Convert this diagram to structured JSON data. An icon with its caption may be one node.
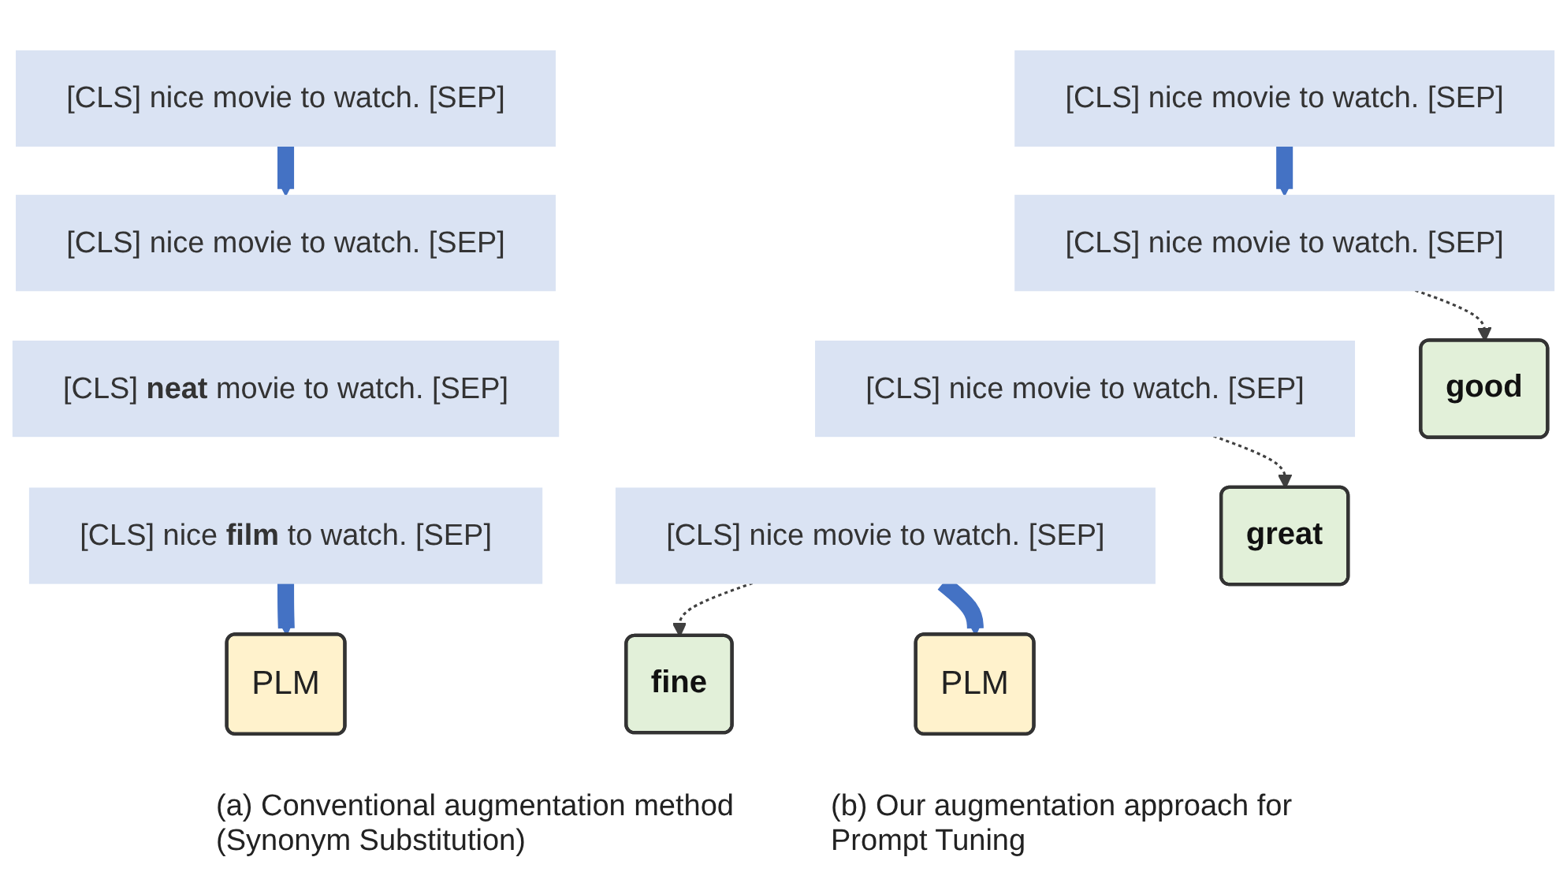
{
  "diagram": {
    "nodes": [
      {
        "text": [
          "[CLS] nice movie to watch. [SEP]"
        ]
      },
      {
        "text": [
          "[CLS] nice movie to watch. [SEP]"
        ]
      },
      {
        "text": [
          "[CLS] **neat** movie to watch. [SEP]"
        ]
      },
      {
        "text": [
          "[CLS] nice **film** to watch. [SEP]"
        ]
      },
      {
        "text": [
          "PLM"
        ]
      },
      {
        "text": [
          "[CLS] nice movie to watch. [SEP]"
        ]
      },
      {
        "text": [
          "[CLS] nice movie to watch. [SEP]"
        ]
      },
      {
        "text": [
          "[CLS] nice movie to watch. [SEP]"
        ]
      },
      {
        "text": [
          "[CLS] nice movie to watch. [SEP]"
        ]
      },
      {
        "text": [
          "good"
        ]
      },
      {
        "text": [
          "great"
        ]
      },
      {
        "text": [
          "fine"
        ]
      },
      {
        "text": [
          "PLM"
        ]
      }
    ],
    "edges": [
      {
        "from": 0,
        "to": 1,
        "arrow": "to"
      },
      {
        "from": 3,
        "to": 4,
        "arrow": "to"
      },
      {
        "from": 5,
        "to": 6,
        "arrow": "to"
      },
      {
        "from": 6,
        "to": 9,
        "arrow": "to",
        "style": "dashed",
        "color": "#404040"
      },
      {
        "from": 7,
        "to": 10,
        "arrow": "to",
        "style": "dashed",
        "color": "#404040"
      },
      {
        "from": 8,
        "to": 11,
        "arrow": "to",
        "style": "dashed",
        "color": "#404040"
      },
      {
        "from": 8,
        "to": 12,
        "arrow": "to"
      }
    ],
    "labels": [
      "(a) Conventional augmentation method (Synonym Substitution)",
      "(b) Our augmentation approach for Prompt Tuning"
    ]
  }
}
